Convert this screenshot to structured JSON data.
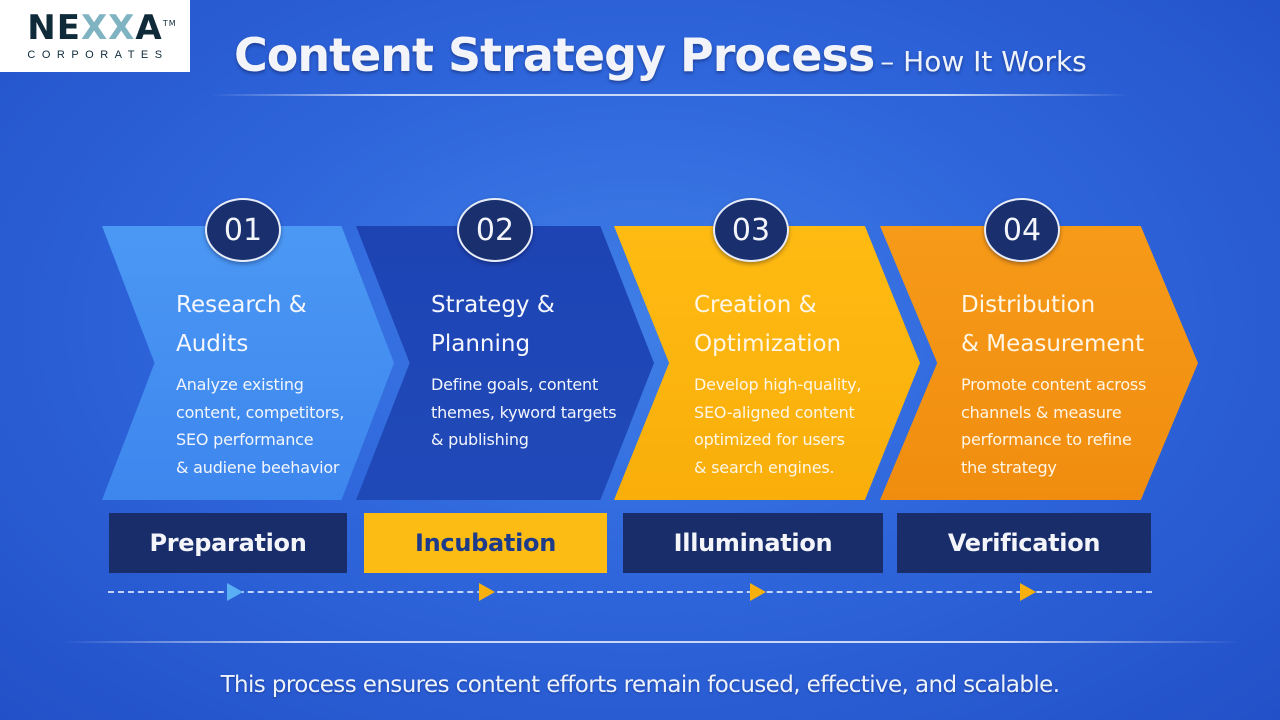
{
  "logo": {
    "word_left": "NE",
    "word_mid": "XX",
    "word_right": "A",
    "trademark": "TM",
    "subtitle": "CORPORATES"
  },
  "header": {
    "title": "Content Strategy Process",
    "subtitle": "– How It Works"
  },
  "steps": [
    {
      "number": "01",
      "title": "Research &\nAudits",
      "description": "Analyze existing\ncontent, competitors,\nSEO performance\n& audiene beehavior",
      "color": "#4191f1",
      "phase": "Preparation"
    },
    {
      "number": "02",
      "title": "Strategy &\nPlanning",
      "description": "Define goals, content\nthemes, kyword targets\n& publishing",
      "color": "#1f46b6",
      "phase": "Incubation"
    },
    {
      "number": "03",
      "title": "Creation &\nOptimization",
      "description": "Develop high-quality,\nSEO-aligned content\noptimized for users\n& search engines.",
      "color": "#fbb40e",
      "phase": "Illumination"
    },
    {
      "number": "04",
      "title": "Distribution\n& Measurement",
      "description": "Promote content across\nchannels & measure\nperformance to refine\nthe strategy",
      "color": "#f39414",
      "phase": "Verification"
    }
  ],
  "phases": [
    {
      "label": "Preparation",
      "bg": "#182d6a",
      "text_color": "#f3f5fb"
    },
    {
      "label": "Incubation",
      "bg": "#fcbc14",
      "text_color": "#1d3b8a"
    },
    {
      "label": "Illumination",
      "bg": "#182d6a",
      "text_color": "#f3f5fb"
    },
    {
      "label": "Verification",
      "bg": "#182d6a",
      "text_color": "#f3f5fb"
    }
  ],
  "timeline": {
    "arrow_colors": [
      "#5aaef4",
      "#f8b00e",
      "#f8b00e",
      "#f8b00e"
    ]
  },
  "footer": {
    "text": "This process ensures content efforts remain focused, effective, and scalable."
  },
  "theme": {
    "background": "#2f66dc",
    "badge_bg": "#1a2f6e"
  }
}
